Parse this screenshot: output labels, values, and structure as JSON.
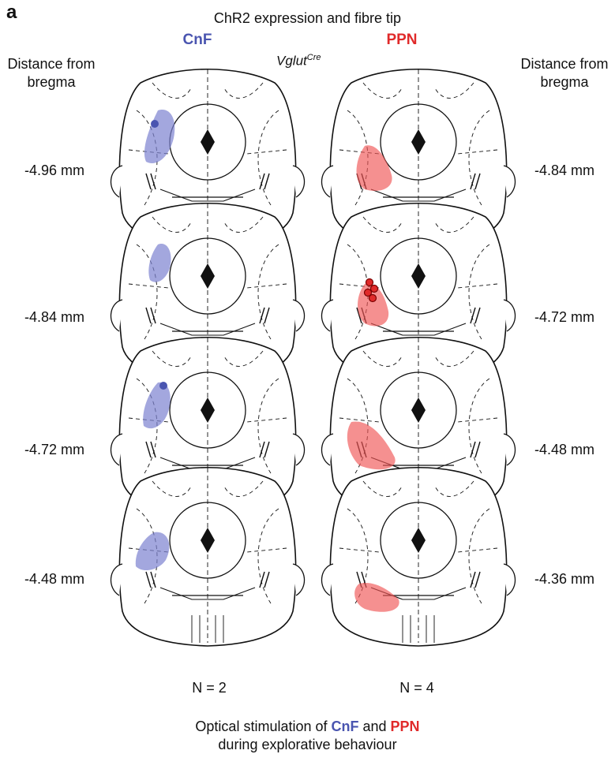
{
  "panel_letter": "a",
  "title": "ChR2 expression and fibre tip",
  "headers": {
    "left": "CnF",
    "right": "PPN"
  },
  "line_label": {
    "base": "Vglut",
    "superscript": "Cre"
  },
  "distance_label": {
    "line1": "Distance from",
    "line2": "bregma"
  },
  "left_distances": [
    "-4.96 mm",
    "-4.84 mm",
    "-4.72 mm",
    "-4.48 mm"
  ],
  "right_distances": [
    "-4.84 mm",
    "-4.72 mm",
    "-4.48 mm",
    "-4.36 mm"
  ],
  "n_left": "N = 2",
  "n_right": "N = 4",
  "caption": {
    "prefix": "Optical stimulation of ",
    "cnf": "CnF",
    "and": " and ",
    "ppn": "PPN",
    "line2": "during explorative behaviour"
  },
  "colors": {
    "cnf": "#4a55b0",
    "ppn": "#e02a2a",
    "cnf_fill": "#7c82d0",
    "ppn_fill": "#ef5555"
  }
}
